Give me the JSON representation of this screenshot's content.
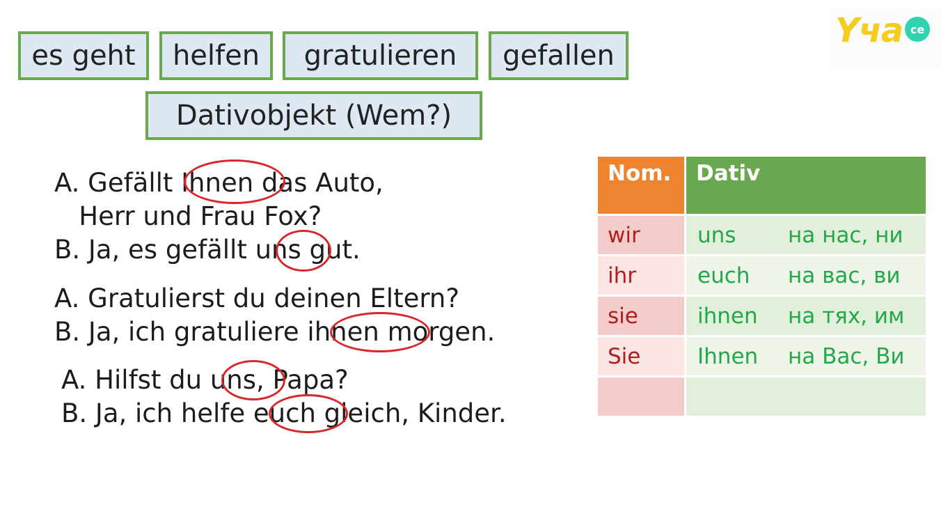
{
  "verbs": [
    "es geht",
    "helfen",
    "gratulieren",
    "gefallen"
  ],
  "object_label": "Dativobjekt (Wem?)",
  "logo": {
    "text": "Yчa",
    "badge": "ce"
  },
  "dialogs": [
    {
      "lines": [
        "A. Gefällt Ihnen das Auto,",
        "   Herr und Frau Fox?",
        "B. Ja, es gefällt uns gut."
      ]
    },
    {
      "lines": [
        "A. Gratulierst du deinen Eltern?",
        "B. Ja, ich gratuliere ihnen morgen."
      ]
    },
    {
      "lines": [
        "A. Hilfst du uns, Papa?",
        "B. Ja, ich helfe euch gleich, Kinder."
      ]
    }
  ],
  "table": {
    "header_nom": "Nom.",
    "header_dat": "Dativ",
    "rows": [
      {
        "nom": "wir",
        "dat": "uns",
        "translation": "на нас, ни"
      },
      {
        "nom": "ihr",
        "dat": "euch",
        "translation": "на вас, ви"
      },
      {
        "nom": "sie",
        "dat": "ihnen",
        "translation": "на тях, им"
      },
      {
        "nom": "Sie",
        "dat": "Ihnen",
        "translation": "на Вас, Ви"
      },
      {
        "nom": "",
        "dat": "",
        "translation": ""
      }
    ]
  },
  "colors": {
    "box_border": "#6aa84f",
    "box_fill": "#dde8f3",
    "circle": "#d9262b",
    "nom_header": "#ee8330",
    "dat_header": "#6aa84f",
    "nom_text": "#b01e1e",
    "dat_text": "#22a84a"
  }
}
